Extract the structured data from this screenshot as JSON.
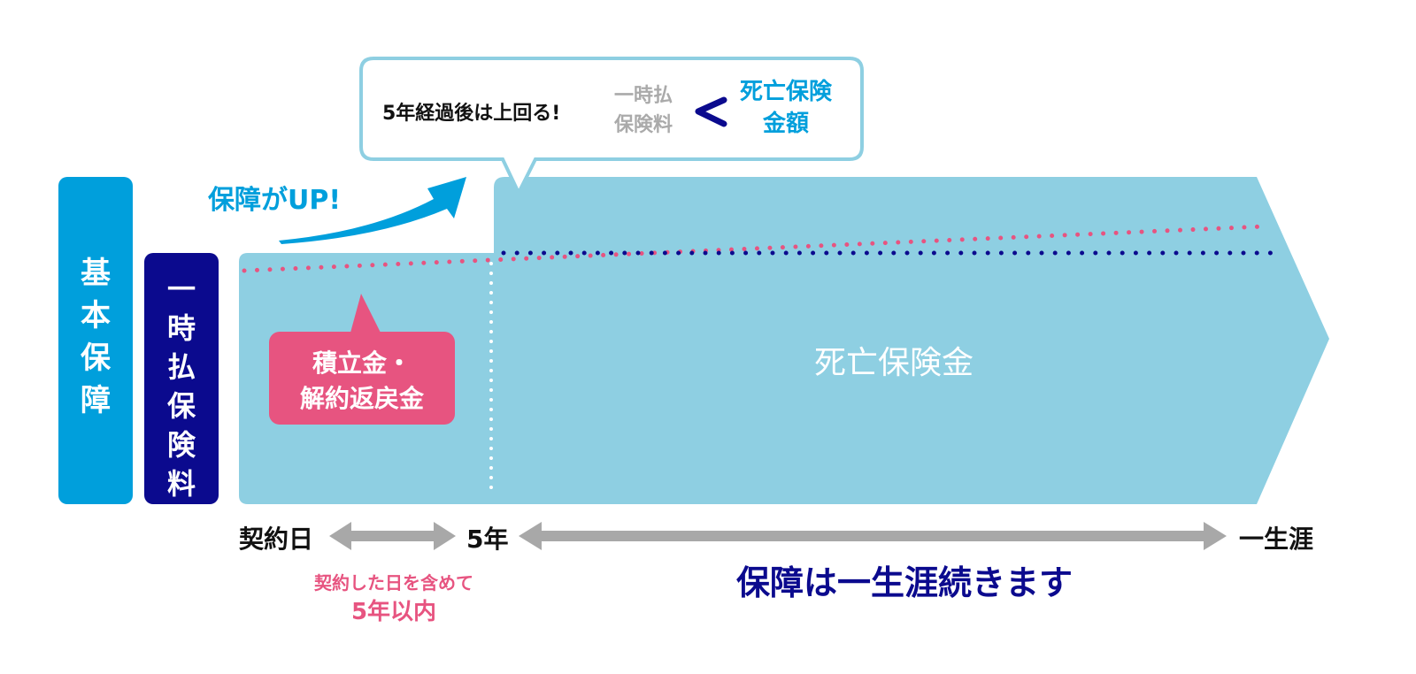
{
  "colors": {
    "blue": "#009fdc",
    "navy": "#0b0a8e",
    "light_blue": "#8ecfe2",
    "pink": "#e75480",
    "gray": "#a8a8a8"
  },
  "basic_coverage": {
    "chars": [
      "基",
      "本",
      "保",
      "障"
    ]
  },
  "single_premium": {
    "chars": [
      "一",
      "時",
      "払",
      "保",
      "険",
      "料"
    ]
  },
  "coverage_up": "保障がUP!",
  "callout": {
    "headline": "5年経過後は上回る!",
    "left_line1": "一時払",
    "left_line2": "保険料",
    "compare": "<",
    "right_line1": "死亡保険",
    "right_line2": "金額"
  },
  "reserve_bubble": {
    "line1": "積立金・",
    "line2": "解約返戻金"
  },
  "death_benefit": "死亡保険金",
  "timeline": {
    "start": "契約日",
    "mid": "5年",
    "end": "一生涯"
  },
  "note": {
    "line1": "契約した日を含めて",
    "line2": "5年以内"
  },
  "lifetime": "保障は一生涯続きます"
}
